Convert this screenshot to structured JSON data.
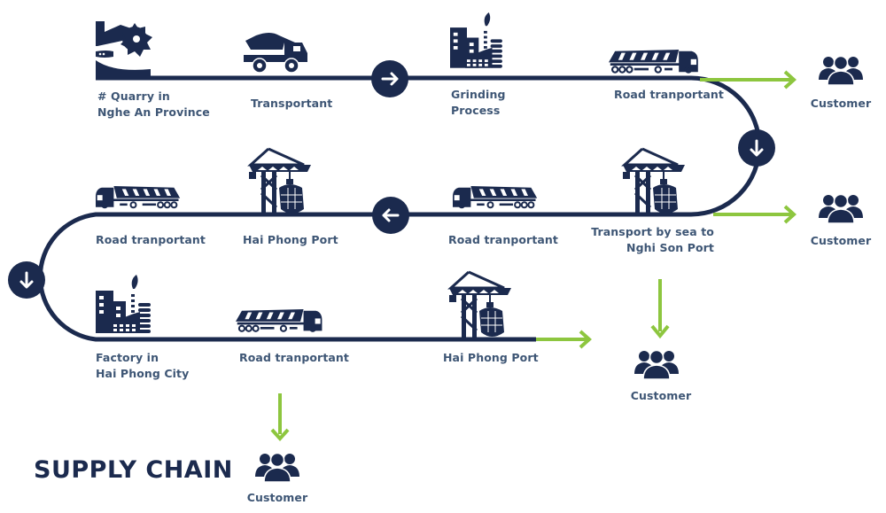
{
  "title": "SUPPLY CHAIN",
  "colors": {
    "navy": "#1b2a4e",
    "label": "#3e5675",
    "green": "#8dc63f",
    "background": "#ffffff"
  },
  "nodes": [
    {
      "id": "quarry",
      "icon": "quarry-excavator-icon",
      "lines": [
        "# Quarry in",
        "Nghe An Province"
      ]
    },
    {
      "id": "transport-1",
      "icon": "dump-truck-icon",
      "lines": [
        "Transportant"
      ]
    },
    {
      "id": "grinding",
      "icon": "factory-icon",
      "lines": [
        "Grinding",
        "Process"
      ]
    },
    {
      "id": "road-1",
      "icon": "tanker-truck-icon",
      "lines": [
        "Road tranportant"
      ]
    },
    {
      "id": "sea-nghi-son",
      "icon": "port-crane-ship-icon",
      "lines": [
        "Transport by sea to",
        "Nghi Son Port"
      ]
    },
    {
      "id": "road-2",
      "icon": "tanker-truck-icon",
      "lines": [
        "Road tranportant"
      ]
    },
    {
      "id": "hai-phong-port-1",
      "icon": "port-crane-ship-icon",
      "lines": [
        "Hai Phong Port"
      ]
    },
    {
      "id": "road-3",
      "icon": "tanker-truck-icon",
      "lines": [
        "Road tranportant"
      ]
    },
    {
      "id": "factory-hai-phong",
      "icon": "factory-icon",
      "lines": [
        "Factory in",
        "Hai Phong City"
      ]
    },
    {
      "id": "road-4",
      "icon": "tanker-truck-icon",
      "lines": [
        "Road tranportant"
      ]
    },
    {
      "id": "hai-phong-port-2",
      "icon": "port-crane-ship-icon",
      "lines": [
        "Hai Phong Port"
      ]
    }
  ],
  "direction_markers": [
    {
      "icon": "arrow-right-icon"
    },
    {
      "icon": "arrow-down-icon"
    },
    {
      "icon": "arrow-left-icon"
    },
    {
      "icon": "arrow-down-icon"
    }
  ],
  "customers": [
    {
      "label": "Customer",
      "icon": "customers-group-icon"
    },
    {
      "label": "Customer",
      "icon": "customers-group-icon"
    },
    {
      "label": "Customer",
      "icon": "customers-group-icon"
    },
    {
      "label": "Customer",
      "icon": "customers-group-icon"
    }
  ]
}
